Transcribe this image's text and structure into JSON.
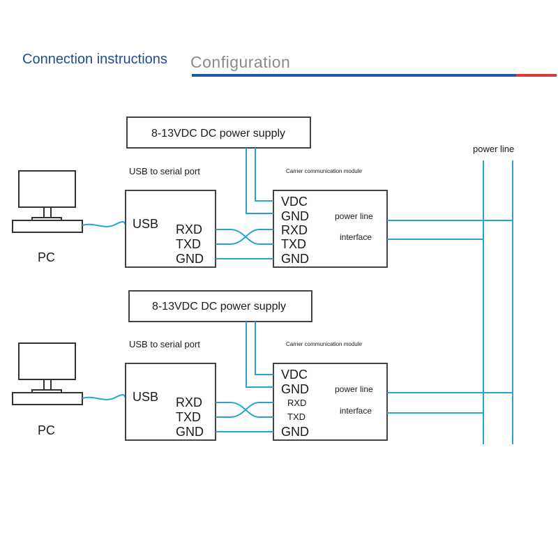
{
  "header": {
    "left_title": "Connection instructions",
    "right_title": "Configuration"
  },
  "colors": {
    "line": "#2aa3d3",
    "box_border": "#444444",
    "header_blue": "#1f5aa8",
    "header_red": "#d93a3a"
  },
  "power_line_label": "power line",
  "groups": [
    {
      "pc_label": "PC",
      "power_supply": "8-13VDC DC power supply",
      "usb_serial_title": "USB to serial port",
      "usb_pins": {
        "usb": "USB",
        "rxd": "RXD",
        "txd": "TXD",
        "gnd": "GND"
      },
      "module_title": "Carrier communication module",
      "module_pins": {
        "vdc": "VDC",
        "gnd": "GND",
        "rxd": "RXD",
        "txd": "TXD",
        "gnd2": "GND"
      },
      "module_power_line": "power line",
      "module_interface": "interface"
    },
    {
      "pc_label": "PC",
      "power_supply": "8-13VDC DC power supply",
      "usb_serial_title": "USB to serial port",
      "usb_pins": {
        "usb": "USB",
        "rxd": "RXD",
        "txd": "TXD",
        "gnd": "GND"
      },
      "module_title": "Carrier communication module",
      "module_pins": {
        "vdc": "VDC",
        "gnd": "GND",
        "rxd": "RXD",
        "txd": "TXD",
        "gnd2": "GND"
      },
      "module_power_line": "power line",
      "module_interface": "interface"
    }
  ]
}
